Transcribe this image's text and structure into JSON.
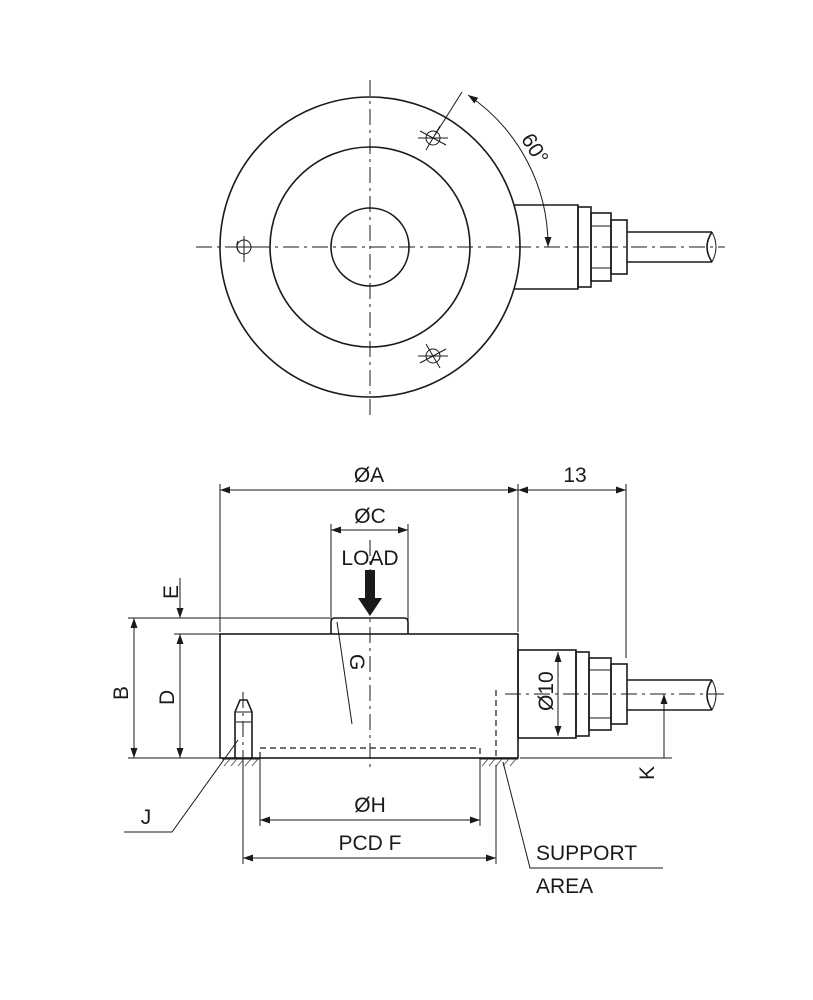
{
  "labels": {
    "angle": "60°",
    "dia_a": "ØA",
    "dim_13": "13",
    "dia_c": "ØC",
    "load": "LOAD",
    "e": "E",
    "b": "B",
    "d": "D",
    "g": "G",
    "dia_10": "Ø10",
    "k": "K",
    "j": "J",
    "dia_h": "ØH",
    "pcd_f": "PCD F",
    "support": "SUPPORT",
    "area": "AREA"
  },
  "colors": {
    "ink": "#1a1a1a",
    "background": "#ffffff"
  }
}
